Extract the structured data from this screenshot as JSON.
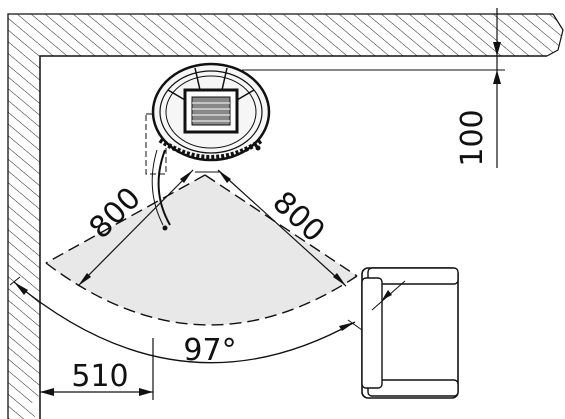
{
  "dimensions": {
    "radius_left": "800",
    "radius_right": "800",
    "angle": "97°",
    "wall_offset_side": "510",
    "wall_offset_back": "100"
  },
  "colors": {
    "line": "#111111",
    "zone_fill": "#e8e8e8",
    "hatch": "#222222"
  }
}
